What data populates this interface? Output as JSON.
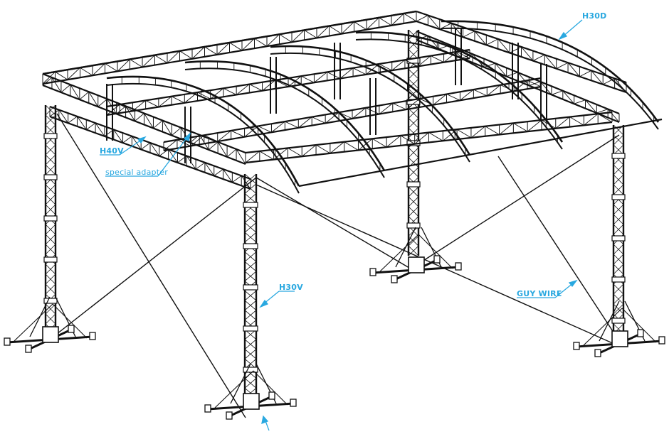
{
  "labels": {
    "h30d": "H30D",
    "h40v": "H40V",
    "special_adapter": "special adapter",
    "h30v": "H30V",
    "guy_wire": "GUY WIRE"
  },
  "colors": {
    "line": "#111111",
    "callout": "#29a8e0",
    "background": "#ffffff"
  }
}
